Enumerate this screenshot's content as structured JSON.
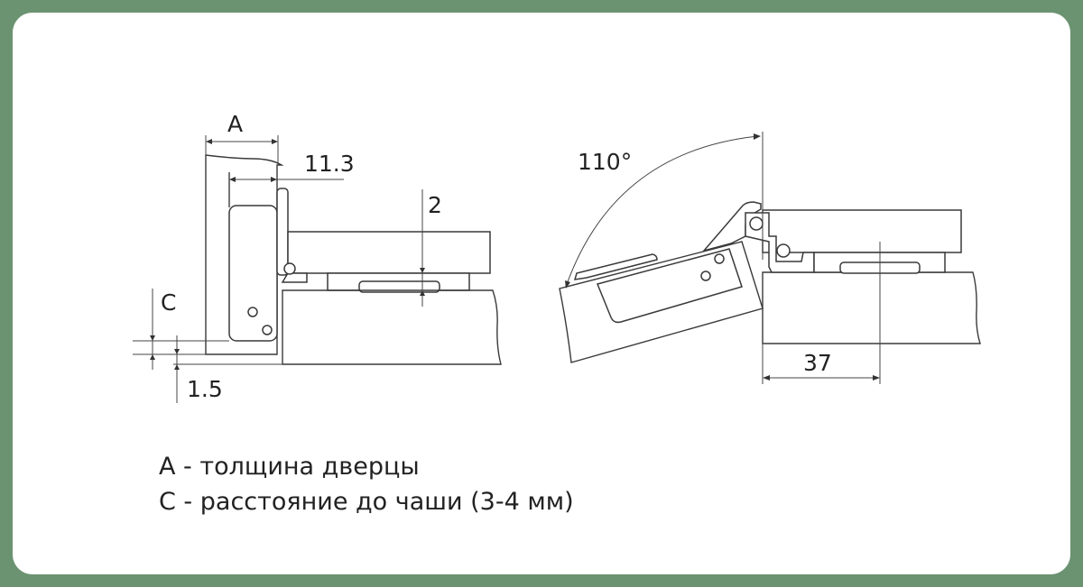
{
  "colors": {
    "background": "#6b9371",
    "card": "#ffffff",
    "line": "#3a3a3a"
  },
  "left_diagram": {
    "label_a": "A",
    "label_11_3": "11.3",
    "label_2": "2",
    "label_c": "C",
    "label_1_5": "1.5"
  },
  "right_diagram": {
    "label_angle": "110°",
    "label_37": "37"
  },
  "legend": {
    "line1": "A - толщина дверцы",
    "line2": "C - расстояние до чаши (3-4 мм)"
  }
}
